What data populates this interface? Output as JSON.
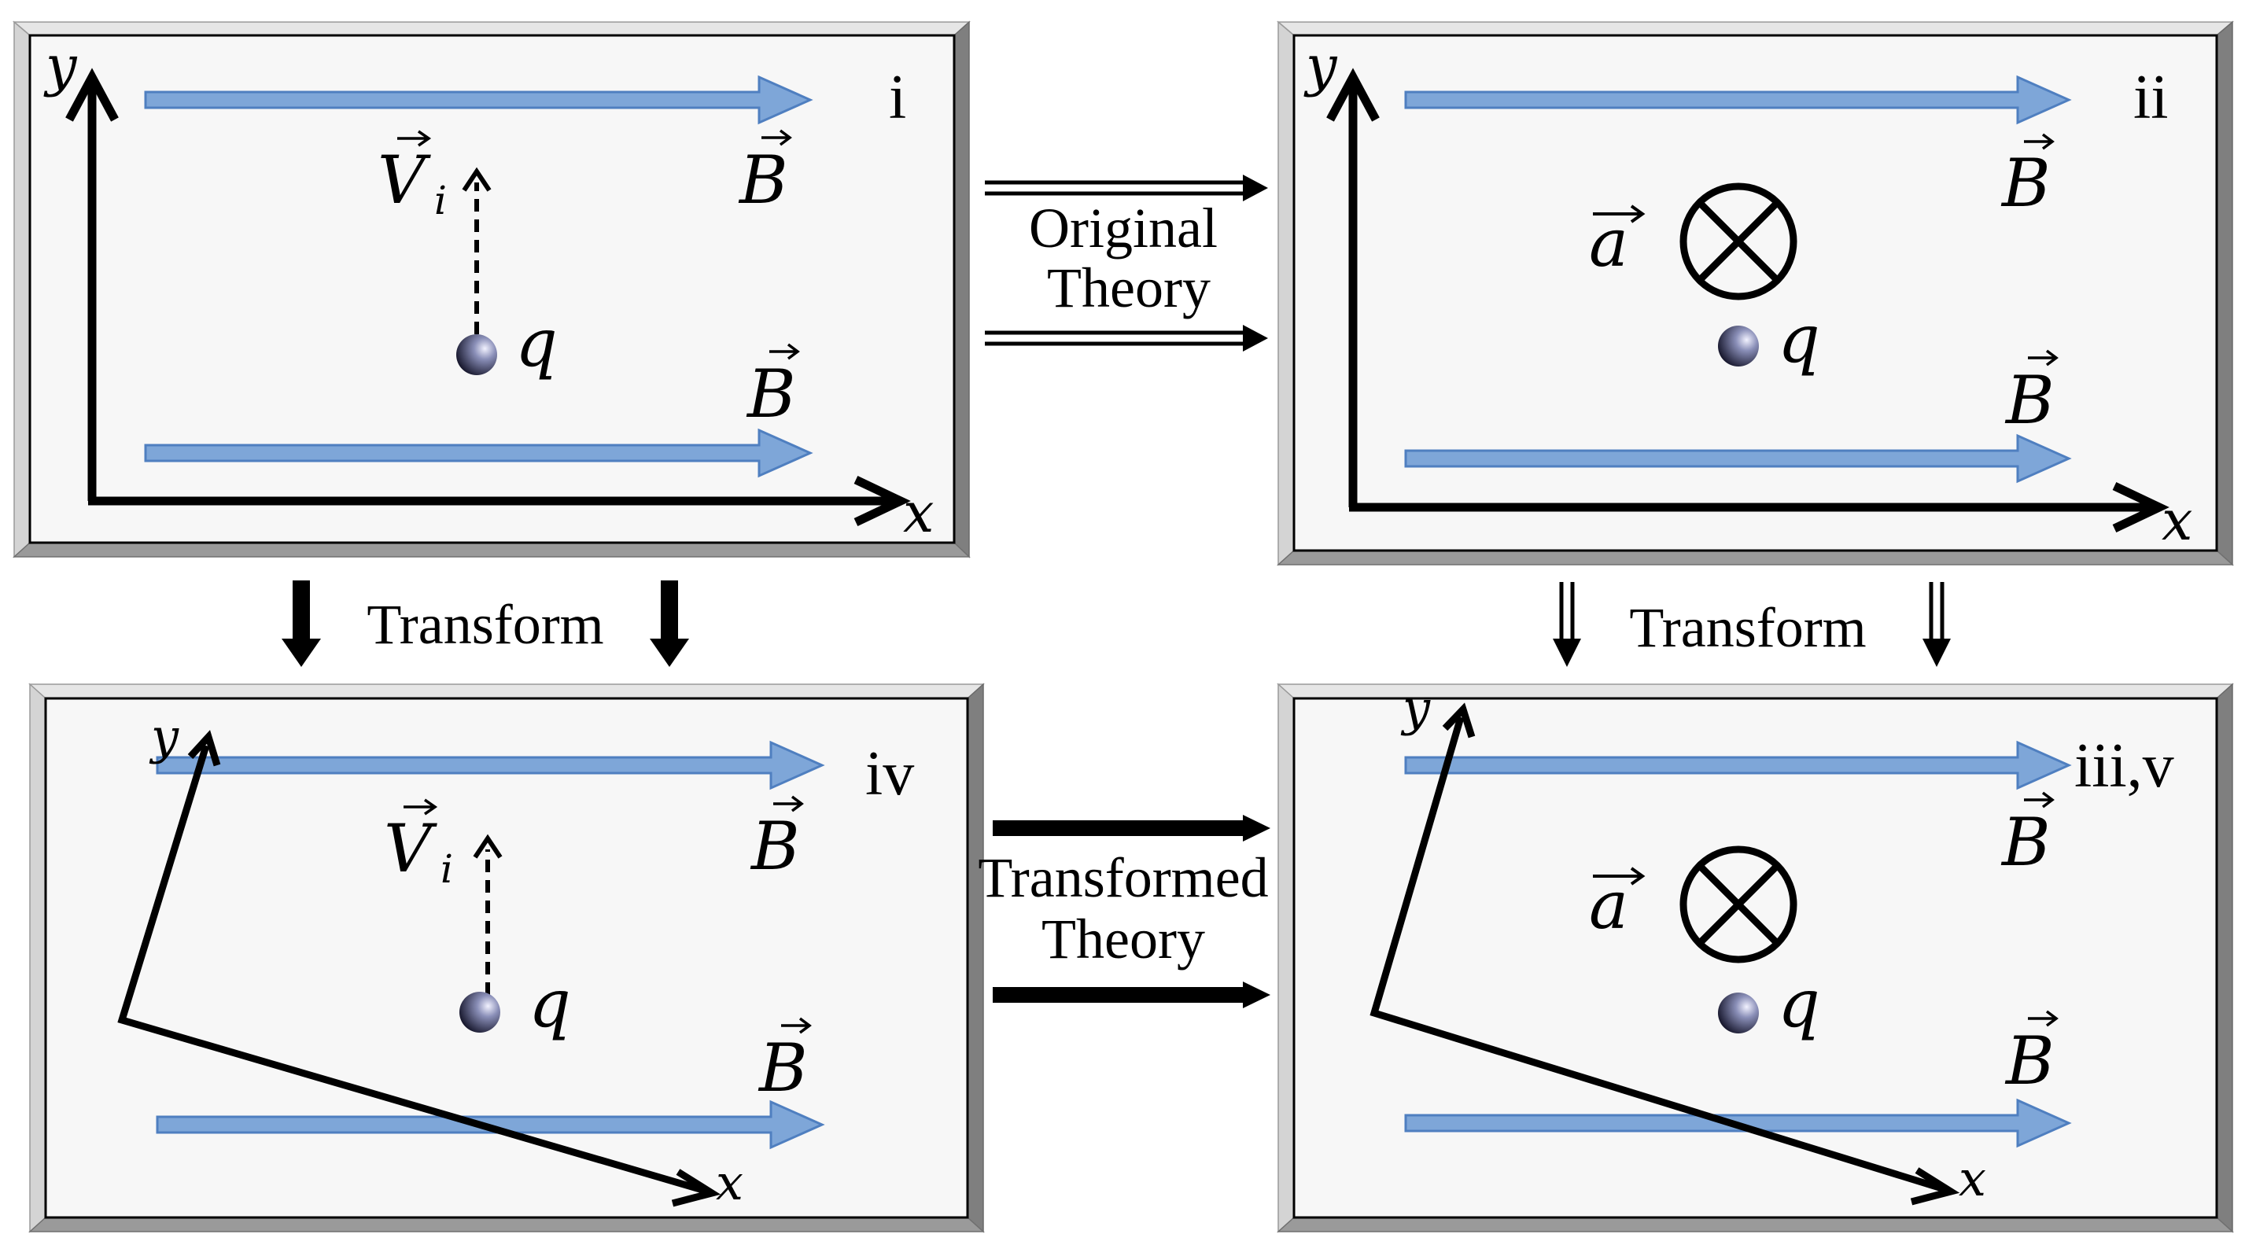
{
  "panels": {
    "i": {
      "label": "i",
      "x_axis": "x",
      "y_axis": "y",
      "charge": "q",
      "velocity": "V",
      "velocity_sub": "i",
      "field_top": "B",
      "field_bottom": "B"
    },
    "ii": {
      "label": "ii",
      "x_axis": "x",
      "y_axis": "y",
      "charge": "q",
      "accel": "a",
      "field_top": "B",
      "field_bottom": "B"
    },
    "iv": {
      "label": "iv",
      "x_axis": "x",
      "y_axis": "y",
      "charge": "q",
      "velocity": "V",
      "velocity_sub": "i",
      "field_top": "B",
      "field_bottom": "B"
    },
    "v": {
      "label": "iii,v",
      "x_axis": "x",
      "y_axis": "y",
      "charge": "q",
      "accel": "a",
      "field_top": "B",
      "field_bottom": "B"
    }
  },
  "connectors": {
    "original_line1": "Original",
    "original_line2": "Theory",
    "transformed_line1": "Transformed",
    "transformed_line2": "Theory",
    "transform_left": "Transform",
    "transform_right": "Transform"
  },
  "colors": {
    "field_fill": "#7ea6d8",
    "field_stroke": "#4f7fc0",
    "panel_fill": "#f7f7f7",
    "bevel_light": "#d8d8d8",
    "bevel_dark": "#8a8a8a",
    "ink": "#000000"
  }
}
